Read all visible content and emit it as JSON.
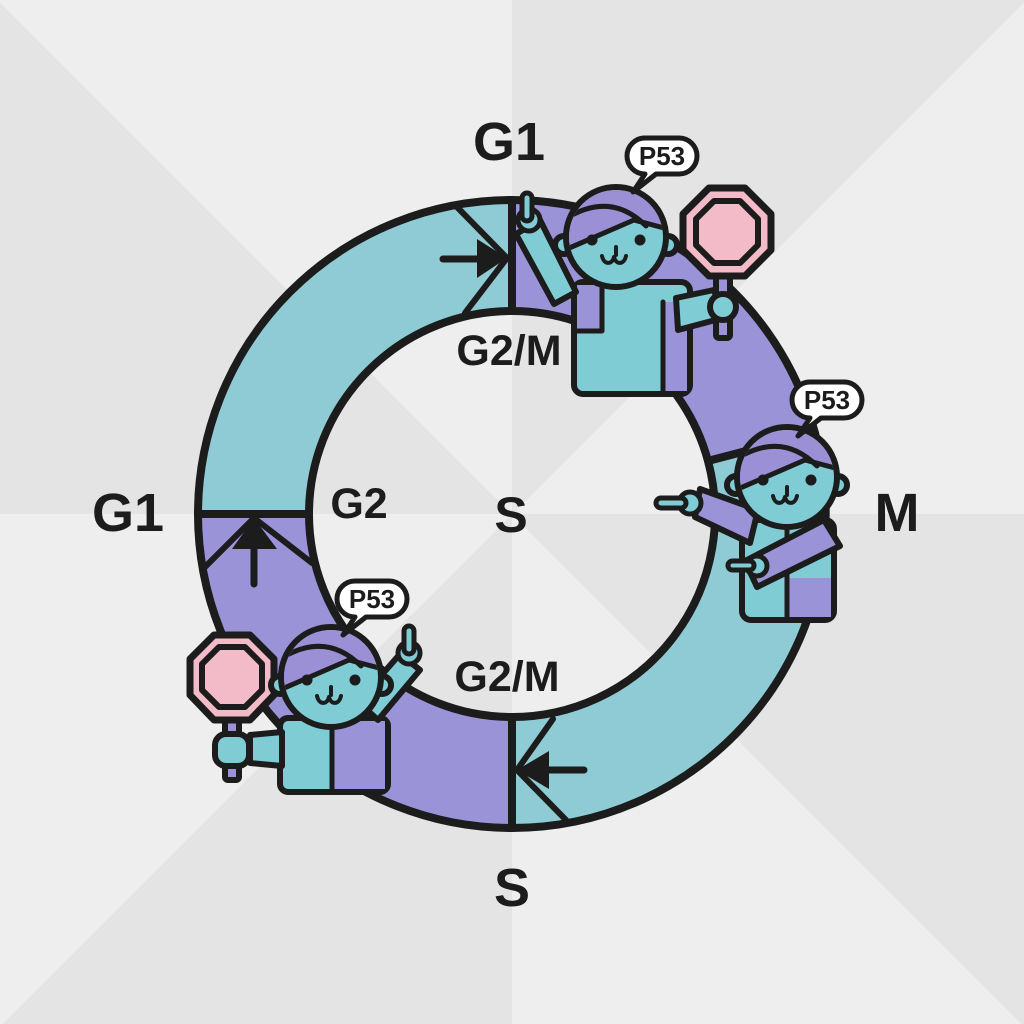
{
  "diagram": {
    "subject": "cell-cycle-with-p53-checkpoints",
    "flow_direction": "clockwise",
    "outer_labels": {
      "top": "G1",
      "left": "G1",
      "right": "M",
      "bottom": "S"
    },
    "inner_labels": {
      "top": "G2/M",
      "left": "G2",
      "center": "S",
      "bottom": "G2/M"
    },
    "checkpoints": [
      {
        "label": "P53",
        "location": "top",
        "holds_stop_sign": true,
        "gesture": "pointing-up"
      },
      {
        "label": "P53",
        "location": "right",
        "holds_stop_sign": false,
        "gesture": "pointing-left"
      },
      {
        "label": "P53",
        "location": "bottom-left",
        "holds_stop_sign": true,
        "gesture": "pointing-up"
      }
    ],
    "segments": [
      {
        "arc": "west-to-north",
        "color_key": "teal"
      },
      {
        "arc": "north-to-east",
        "color_key": "purple"
      },
      {
        "arc": "east-to-south",
        "color_key": "teal"
      },
      {
        "arc": "south-to-west",
        "color_key": "purple"
      }
    ],
    "arrows": [
      {
        "at": "top",
        "direction": "right"
      },
      {
        "at": "left",
        "direction": "up"
      },
      {
        "at": "bottom",
        "direction": "left"
      }
    ],
    "colors": {
      "teal": "#8ecbd5",
      "purple": "#9b93d8",
      "skin": "#7fccd5",
      "hair": "#9b90d6",
      "pink": "#f3bac7",
      "outline": "#1c1c1c",
      "bubble_bg": "#ffffff",
      "bg_light": "#eeeeee",
      "bg_dark": "#e4e4e4"
    }
  }
}
